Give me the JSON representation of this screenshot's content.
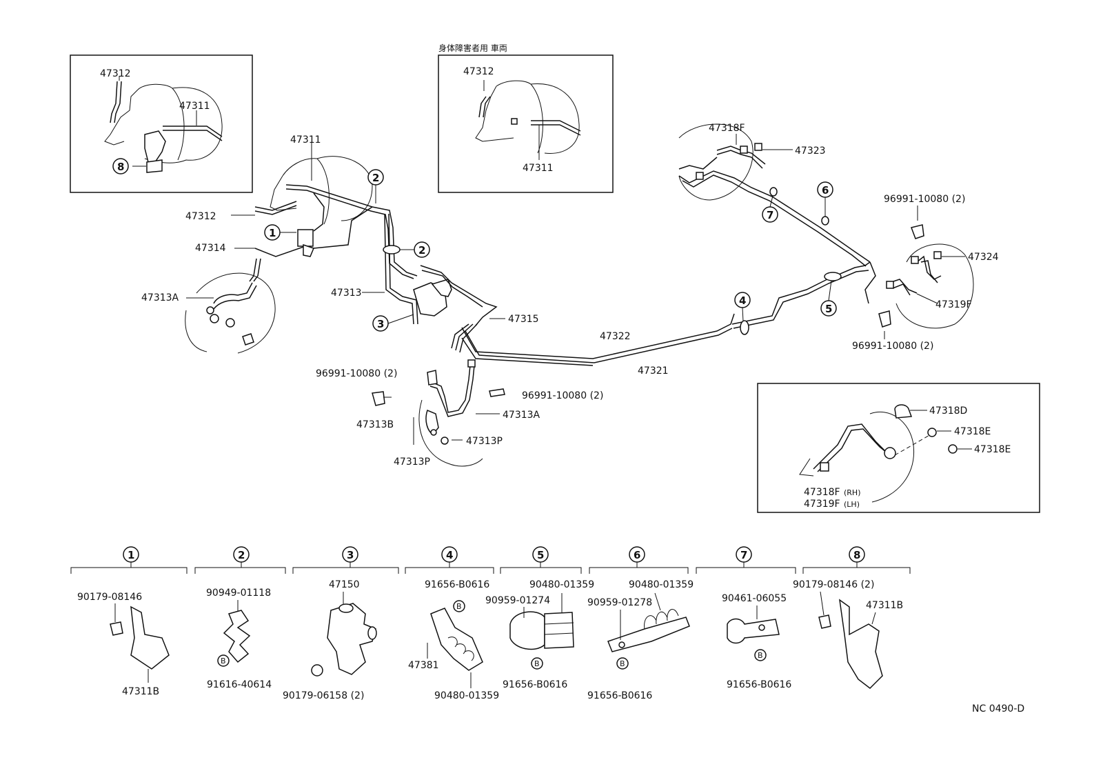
{
  "jp_caption": "身体障害者用 車両",
  "figure_code": "NC 0490-D",
  "labels": {
    "inset1_47312": "47312",
    "inset1_47311": "47311",
    "inset2_47312": "47312",
    "inset2_47311": "47311",
    "main_47311": "47311",
    "main_47312": "47312",
    "main_47314": "47314",
    "main_47313A_left": "47313A",
    "main_47313": "47313",
    "main_47315": "47315",
    "main_96991_a": "96991-10080 (2)",
    "main_96991_b": "96991-10080 (2)",
    "main_47313B": "47313B",
    "main_47313A_front": "47313A",
    "main_47313P_a": "47313P",
    "main_47313P_b": "47313P",
    "main_47322": "47322",
    "main_47321": "47321",
    "rear_47318F": "47318F",
    "rear_47323": "47323",
    "rear_96991_top": "96991-10080 (2)",
    "rear_47324": "47324",
    "rear_47319F": "47319F",
    "rear_96991_bottom": "96991-10080 (2)",
    "inset3_47318D": "47318D",
    "inset3_47318E_a": "47318E",
    "inset3_47318E_b": "47318E",
    "inset3_47318F_rh": "47318F",
    "inset3_rh": "(RH)",
    "inset3_47319F_lh": "47319F",
    "inset3_lh": "(LH)"
  },
  "callouts": {
    "c1": "1",
    "c2a": "2",
    "c2b": "2",
    "c3": "3",
    "c4": "4",
    "c5": "5",
    "c6": "6",
    "c7": "7",
    "c8": "8"
  },
  "details": [
    {
      "num": "1",
      "parts": [
        "90179-08146",
        "47311B"
      ]
    },
    {
      "num": "2",
      "parts": [
        "90949-01118",
        "91616-40614"
      ]
    },
    {
      "num": "3",
      "parts": [
        "47150",
        "90179-06158 (2)"
      ]
    },
    {
      "num": "4",
      "parts": [
        "91656-B0616",
        "47381",
        "90480-01359"
      ]
    },
    {
      "num": "5",
      "parts": [
        "90480-01359",
        "90959-01274",
        "91656-B0616"
      ]
    },
    {
      "num": "6",
      "parts": [
        "90480-01359",
        "90959-01278",
        "91656-B0616"
      ]
    },
    {
      "num": "7",
      "parts": [
        "90461-06055",
        "91656-B0616"
      ]
    },
    {
      "num": "8",
      "parts": [
        "90179-08146 (2)",
        "47311B"
      ]
    }
  ],
  "b_mark": "B"
}
